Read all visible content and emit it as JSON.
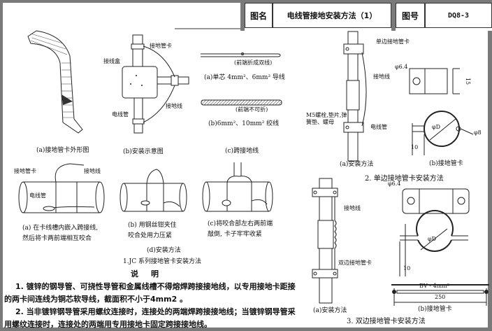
{
  "title_block": {
    "name_label": "图名",
    "name_value": "电线管接地安装方法（1）",
    "number_label": "图号",
    "number_value": "DQ8-3"
  },
  "section1": {
    "fig_a": {
      "caption": "(a)接地管卡外形图"
    },
    "fig_b": {
      "caption": "(b)安装示意图",
      "labels": {
        "clamp": "接地管卡",
        "box": "接线盒",
        "ground_wire": "接地线",
        "conduit": "电线管"
      }
    },
    "fig_c": {
      "wire_a_note": "(前端折成双线)",
      "wire_a_caption": "(a)单芯 4mm²、6mm² 导线",
      "wire_b_note": "(前端不可折)",
      "wire_b_caption": "(b)6mm²、10mm² 绞线",
      "caption": "(c)跨接地线"
    },
    "fig_d": {
      "labels": {
        "clamp": "接地管卡",
        "ground_wire": "接地线",
        "conduit": "电线管"
      },
      "step_a": [
        "(a) 在卡线槽内嵌入跨接线,",
        "然后将卡两前端相互咬合"
      ],
      "step_b": [
        "(b) 用钢丝钳夹住",
        "咬合处用力压紧"
      ],
      "step_c": [
        "(c)将咬合部左右两前端",
        "敲倒, 卡子牢牢收紧"
      ],
      "caption": "(d)安装方法"
    },
    "title": "1.JC 系列接地管卡安装方法"
  },
  "section2": {
    "fig_a": {
      "labels": {
        "clamp": "单边接地管卡",
        "ground_wire": "接地线",
        "bolt": "M5螺栓,垫片,弹簧垫、螺母",
        "conduit": "电线管"
      },
      "caption": "(a)安装方法"
    },
    "fig_b": {
      "dims": {
        "hole": "φ6.4",
        "width": "15",
        "diameter": "φD",
        "pin": "φ8",
        "tab": "10"
      },
      "caption": "(b)接地管卡"
    },
    "title": "2. 单边接地管卡安装方法"
  },
  "section3": {
    "fig_a": {
      "labels": {
        "ground_wire": "接地线",
        "clamp": "双边接地管卡"
      },
      "caption": "(a)安装方法"
    },
    "fig_b": {
      "dims": {
        "hole": "φ6.4",
        "diameter": "φD",
        "tab": "10",
        "wire": "BV - 4mm²",
        "length": "250"
      },
      "caption": "(b)接地管卡"
    },
    "title": "3. 双边接地管卡安装方法"
  },
  "notes": {
    "heading": "说明",
    "items": [
      "1. 镀锌的钢导管、可挠性导管和金属线槽不得熔焊跨接接地线，以专用接地卡距接的两卡间连线为铜芯软导线，截面积不小于4mm2 。",
      "2. 当非镀锌钢导管采用螺纹连接时，连接处的两端焊跨接接地线；当镀锌钢导管采用螺纹连接时，连接处的两端用专用接地卡固定跨接接地线。"
    ]
  }
}
